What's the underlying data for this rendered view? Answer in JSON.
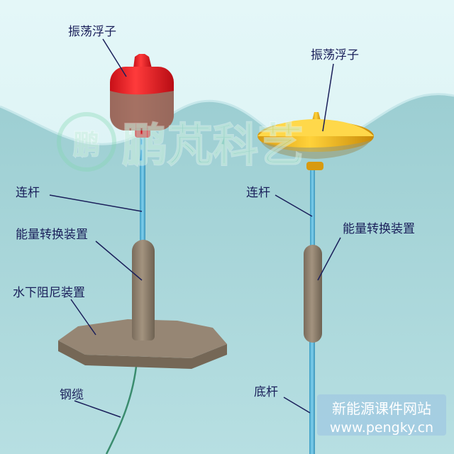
{
  "labels": {
    "left_float": "振荡浮子",
    "right_float": "振荡浮子",
    "left_rod": "连杆",
    "right_rod": "连杆",
    "left_converter": "能量转换装置",
    "right_converter": "能量转换装置",
    "damper": "水下阻尼装置",
    "cable": "钢缆",
    "base_rod": "底杆"
  },
  "watermark": {
    "seal": "鹏",
    "text": "鹏芃科艺"
  },
  "site": {
    "title": "新能源课件网站",
    "url": "www.pengky.cn"
  },
  "colors": {
    "water": "#a8d5d8",
    "wave": "#8fc6ca",
    "label_text": "#1a1f5a",
    "red_float": "#e8202a",
    "yellow_float": "#f2b21c",
    "converter": "#8e7f6e",
    "rod": "#5ab6d8"
  }
}
